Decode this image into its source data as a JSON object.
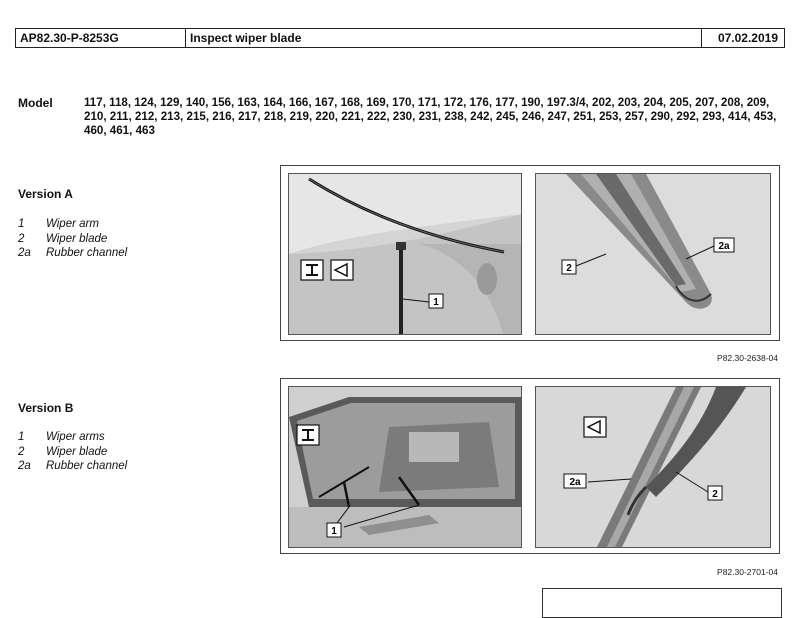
{
  "header": {
    "code": "AP82.30-P-8253G",
    "title": "Inspect wiper blade",
    "date": "07.02.2019"
  },
  "model": {
    "label": "Model",
    "list": "117, 118, 124, 129, 140, 156, 163, 164, 166, 167, 168, 169, 170, 171, 172, 176, 177, 190, 197.3/4, 202, 203, 204, 205, 207, 208, 209, 210, 211, 212, 213, 215, 216, 217, 218, 219, 220, 221, 222, 230, 231, 238, 242, 245, 246, 247, 251, 253, 257, 290, 292, 293, 414, 453, 460, 461, 463"
  },
  "version_a": {
    "title": "Version A",
    "items": [
      {
        "num": "1",
        "label": "Wiper arm"
      },
      {
        "num": "2",
        "label": "Wiper blade"
      },
      {
        "num": "2a",
        "label": "Rubber channel"
      }
    ],
    "callouts": {
      "arm": "1",
      "blade": "2",
      "channel": "2a"
    },
    "figure_ref": "P82.30-2638-04"
  },
  "version_b": {
    "title": "Version B",
    "items": [
      {
        "num": "1",
        "label": "Wiper arms"
      },
      {
        "num": "2",
        "label": "Wiper blade"
      },
      {
        "num": "2a",
        "label": "Rubber channel"
      }
    ],
    "callouts": {
      "arms": "1",
      "blade": "2",
      "channel": "2a"
    },
    "figure_ref": "P82.30-2701-04"
  },
  "icons": [
    "wrench-symbol-icon",
    "inspect-triangle-icon"
  ]
}
